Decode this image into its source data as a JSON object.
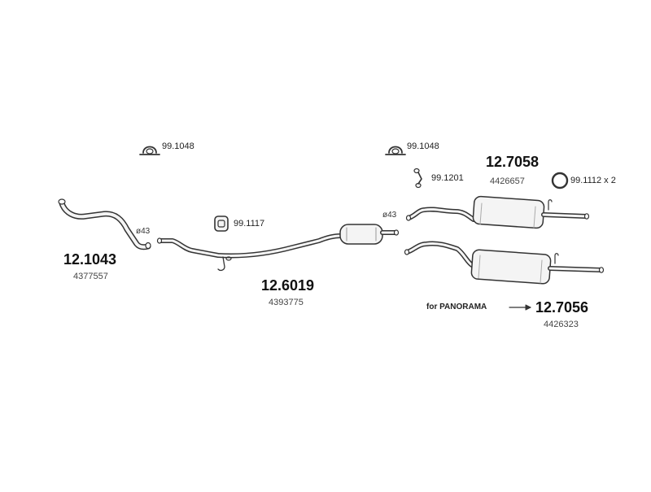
{
  "accessories": {
    "clamp_left": "99.1048",
    "clamp_right": "99.1048",
    "hanger_mid": "99.1117",
    "hanger_rear": "99.1201",
    "ring_rear": "99.1112 x 2"
  },
  "parts": {
    "front_pipe": {
      "number": "12.1043",
      "oe": "4377557",
      "diameter": "ø43"
    },
    "middle": {
      "number": "12.6019",
      "oe": "4393775",
      "diameter": "ø43"
    },
    "rear_standard": {
      "number": "12.7058",
      "oe": "4426657"
    },
    "rear_panorama": {
      "number": "12.7056",
      "oe": "4426323",
      "note": "for PANORAMA"
    }
  },
  "colors": {
    "ink": "#333333",
    "fill": "#f2f2f2",
    "shade": "#cccccc"
  }
}
